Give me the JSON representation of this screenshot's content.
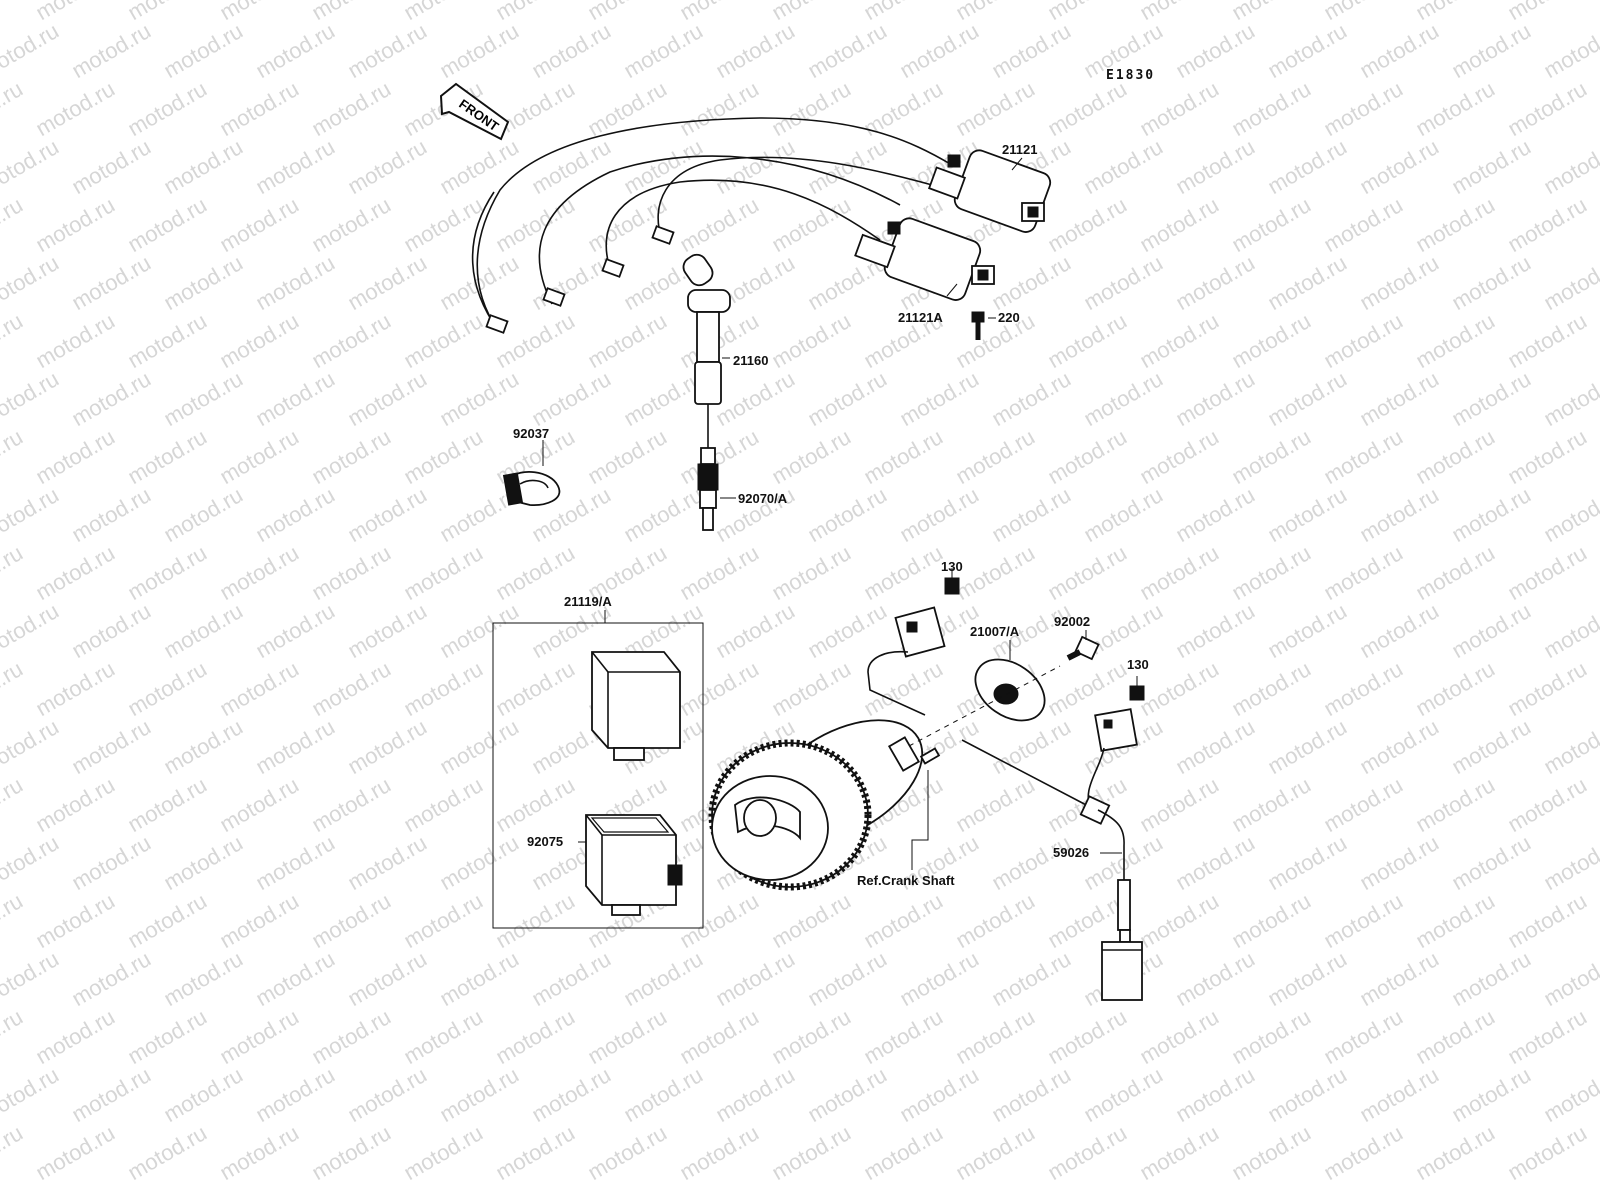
{
  "diagram": {
    "code": "E1830",
    "watermark": "motod.ru",
    "front_label": "FRONT",
    "labels": {
      "ignition_coil": "21121",
      "ignition_coil_a": "21121A",
      "bolt_220": "220",
      "plug_cap": "21160",
      "clamp": "92037",
      "spark_plug": "92070/A",
      "igniter_group": "21119/A",
      "igniter_case": "92075",
      "screw_130_a": "130",
      "screw_130_b": "130",
      "timing_rotor": "21007/A",
      "bolt_92002": "92002",
      "lead_assy": "59026",
      "crank_ref": "Ref.Crank Shaft"
    }
  }
}
